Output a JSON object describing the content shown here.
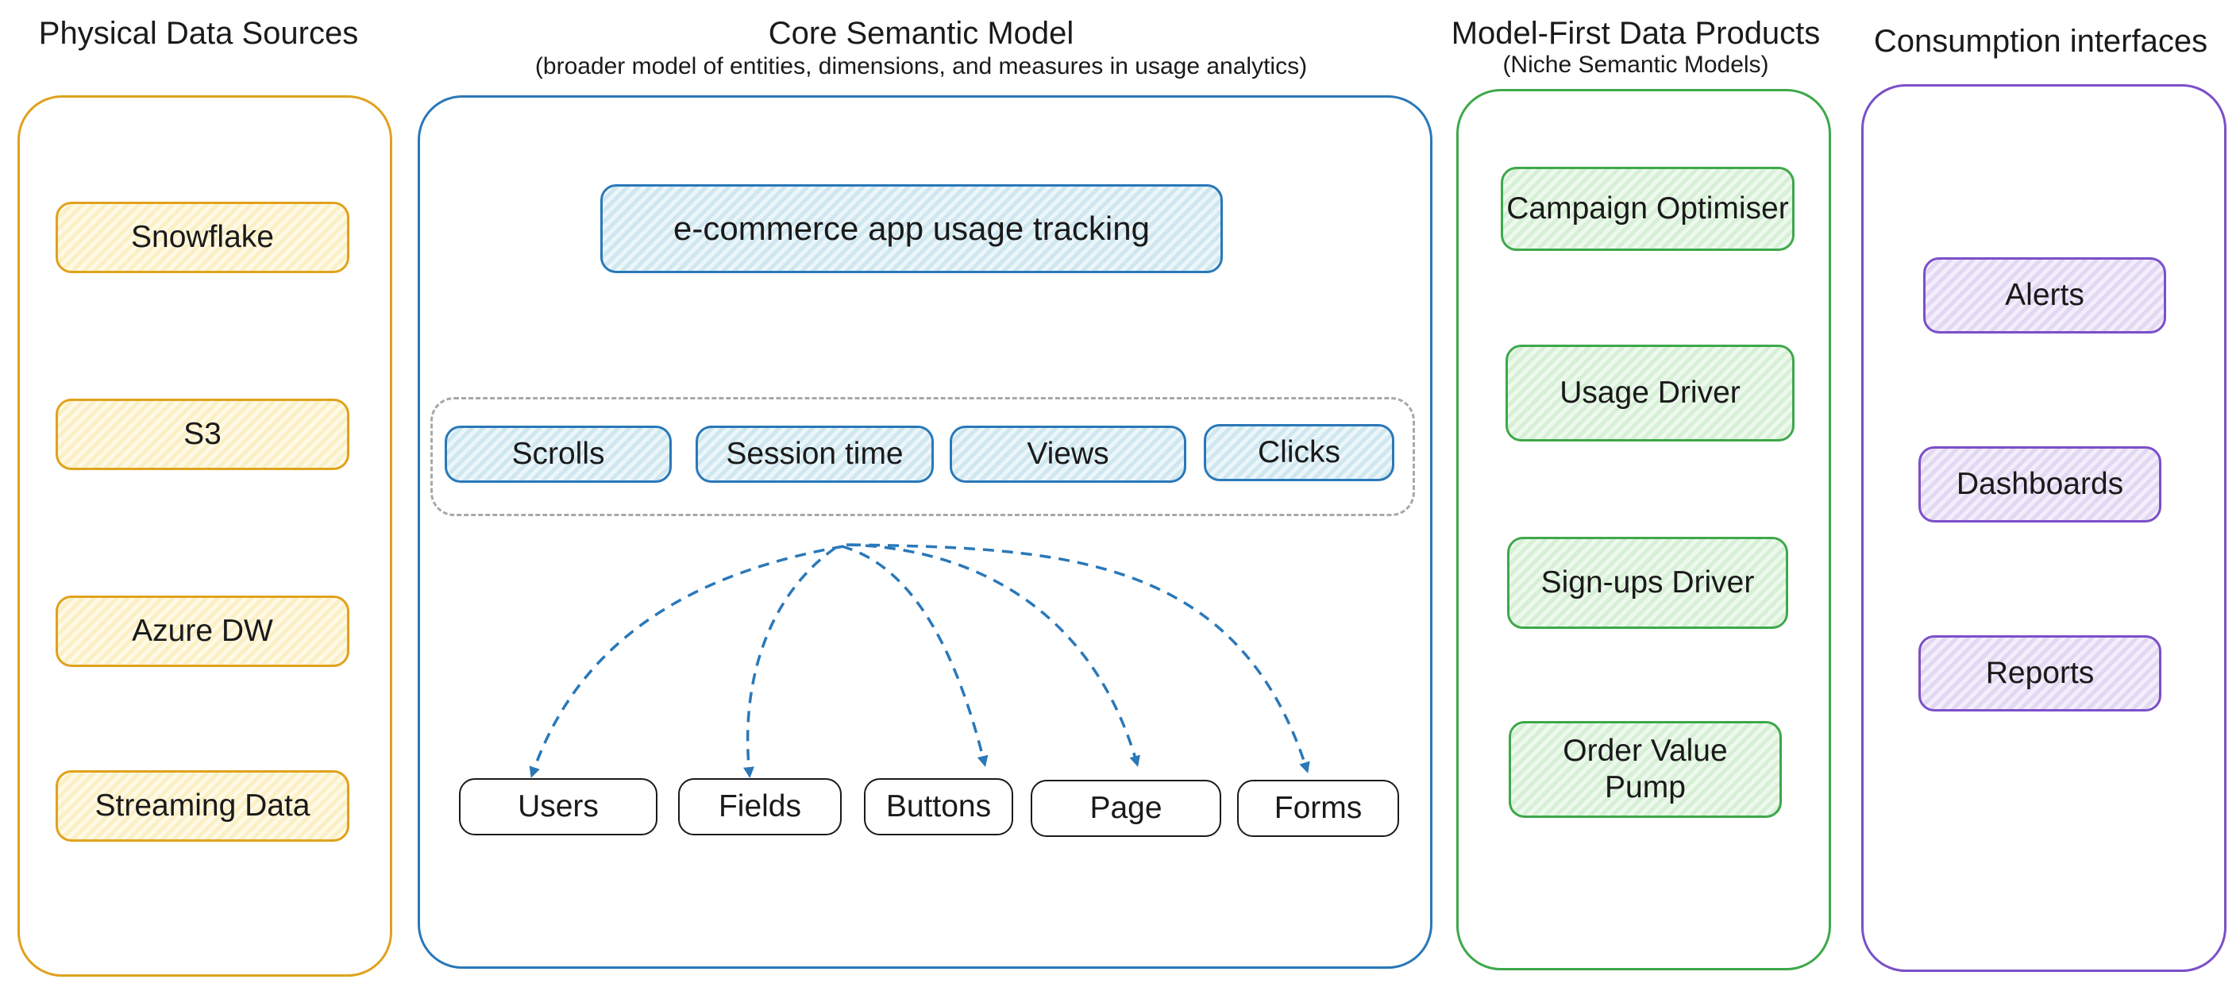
{
  "columns": {
    "sources": {
      "title": "Physical Data Sources",
      "items": [
        "Snowflake",
        "S3",
        "Azure DW",
        "Streaming Data"
      ]
    },
    "core": {
      "title": "Core Semantic Model",
      "subtitle": "(broader model of entities, dimensions, and measures in usage analytics)",
      "model": "e-commerce app usage tracking",
      "measures": [
        "Scrolls",
        "Session time",
        "Views",
        "Clicks"
      ],
      "entities": [
        "Users",
        "Fields",
        "Buttons",
        "Page",
        "Forms"
      ]
    },
    "products": {
      "title": "Model-First Data Products",
      "subtitle": "(Niche Semantic Models)",
      "items": [
        "Campaign Optimiser",
        "Usage Driver",
        "Sign-ups Driver",
        "Order Value Pump"
      ]
    },
    "consumption": {
      "title": "Consumption interfaces",
      "items": [
        "Alerts",
        "Dashboards",
        "Reports"
      ]
    }
  },
  "colors": {
    "sources": "#e0a21d",
    "core": "#2a78b8",
    "products": "#3ea84a",
    "consumption": "#7b4fc9",
    "group_dash": "#a8a8a8",
    "arrow": "#2a78b8"
  }
}
